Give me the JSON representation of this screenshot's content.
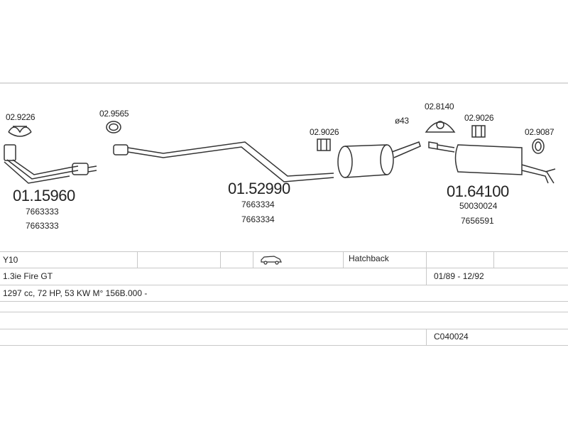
{
  "diagram": {
    "part_refs": {
      "clamp_left": "02.9226",
      "gasket_left": "02.9565",
      "mount_mid": "02.9026",
      "diameter": "ø43",
      "mount_rubber": "02.8140",
      "mount_right": "02.9026",
      "clamp_right": "02.9087"
    },
    "parts": [
      {
        "number": "01.15960",
        "oem1": "7663333",
        "oem2": "7663333"
      },
      {
        "number": "01.52990",
        "oem1": "7663334",
        "oem2": "7663334"
      },
      {
        "number": "01.64100",
        "oem1": "50030024",
        "oem2": "7656591"
      }
    ]
  },
  "table": {
    "model": "Y10",
    "body_type": "Hatchback",
    "engine": "1.3ie Fire GT",
    "years": "01/89 - 12/92",
    "spec": "1297 cc, 72 HP, 53 KW M° 156B.000 -",
    "catalog_code": "C040024"
  },
  "icons": {
    "car": "hatchback-car-icon"
  }
}
